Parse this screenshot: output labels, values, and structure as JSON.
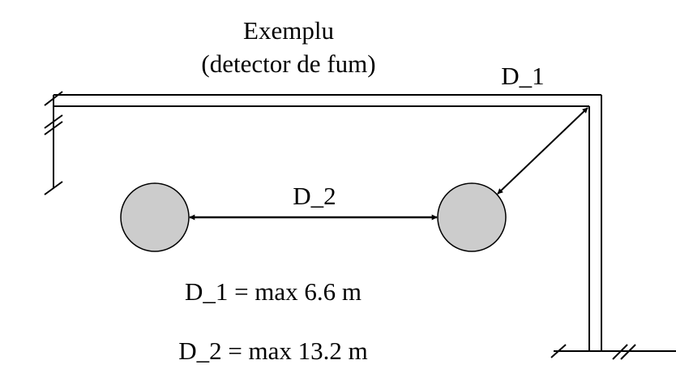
{
  "title": {
    "line1": "Exemplu",
    "line2": "(detector de fum)"
  },
  "labels": {
    "d1": "D_1",
    "d2": "D_2"
  },
  "formulas": {
    "d1": "D_1 = max 6.6 m",
    "d2": "D_2 = max 13.2 m"
  },
  "colors": {
    "detector_fill": "#cccccc",
    "line": "#000000",
    "background": "#ffffff"
  }
}
